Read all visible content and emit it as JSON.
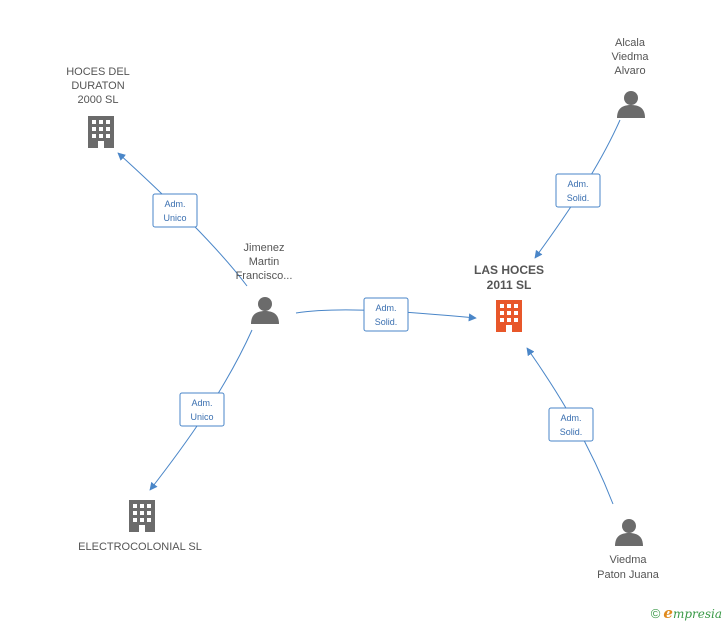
{
  "nodes": {
    "hoces_duraton": {
      "lines": [
        "HOCES DEL",
        "DURATON",
        "2000  SL"
      ],
      "type": "company"
    },
    "alcala": {
      "lines": [
        "Alcala",
        "Viedma",
        "Alvaro"
      ],
      "type": "person"
    },
    "jimenez": {
      "lines": [
        "Jimenez",
        "Martin",
        "Francisco..."
      ],
      "type": "person"
    },
    "las_hoces": {
      "lines": [
        "LAS HOCES",
        "2011 SL"
      ],
      "type": "company-main"
    },
    "electrocolonial": {
      "lines": [
        "ELECTROCOLONIAL SL"
      ],
      "type": "company"
    },
    "viedma_paton": {
      "lines": [
        "Viedma",
        "Paton Juana"
      ],
      "type": "person"
    }
  },
  "edges": {
    "jimenez_hoces_duraton": {
      "lines": [
        "Adm.",
        "Unico"
      ]
    },
    "alcala_las_hoces": {
      "lines": [
        "Adm.",
        "Solid."
      ]
    },
    "jimenez_las_hoces": {
      "lines": [
        "Adm.",
        "Solid."
      ]
    },
    "jimenez_electrocolonial": {
      "lines": [
        "Adm.",
        "Unico"
      ]
    },
    "viedma_las_hoces": {
      "lines": [
        "Adm.",
        "Solid."
      ]
    }
  },
  "footer": {
    "copyright": "©",
    "brand_first": "e",
    "brand_rest": "mpresia"
  },
  "colors": {
    "edge": "#4a86c8",
    "company": "#6b6b6b",
    "company_main": "#e8572a",
    "person": "#6b6b6b"
  }
}
